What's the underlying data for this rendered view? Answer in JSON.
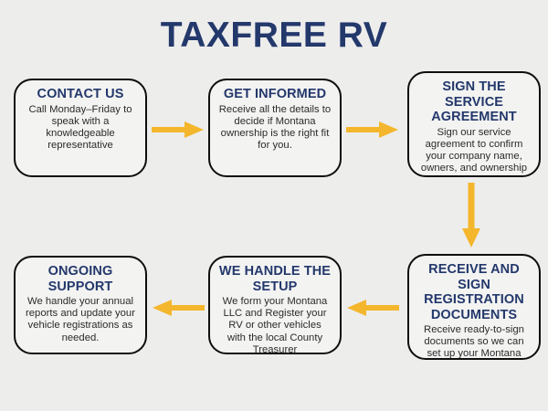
{
  "title": "TAXFREE RV",
  "colors": {
    "background": "#ededec",
    "navy": "#23386b",
    "arrow_gold": "#f4b62c",
    "box_border": "#0e0e0e",
    "box_fill": "#f3f3f2",
    "body_text": "#2b2b2b"
  },
  "steps": [
    {
      "id": "contact-us",
      "heading": "CONTACT US",
      "body": "Call Monday–Friday to speak with a knowledgeable representative"
    },
    {
      "id": "get-informed",
      "heading": "GET INFORMED",
      "body": "Receive all the details to decide if Montana ownership is the right fit for you."
    },
    {
      "id": "sign-the-service-agreement",
      "heading": "SIGN THE SERVICE AGREEMENT",
      "body": "Sign our service agreement to confirm your company name, owners, and ownership percentages"
    },
    {
      "id": "receive-and-sign-registration-documents",
      "heading": "RECEIVE AND SIGN REGISTRATION DOCUMENTS",
      "body": "Receive ready-to-sign documents so we can set up your Montana LLC and register your vehicle(s)"
    },
    {
      "id": "we-handle-the-setup",
      "heading": "WE HANDLE THE SETUP",
      "body": "We form your Montana LLC and Register your RV or other vehicles with the local County Treasurer"
    },
    {
      "id": "ongoing-support",
      "heading": "ONGOING SUPPORT",
      "body": "We handle your annual reports and update your vehicle registrations as needed."
    }
  ],
  "arrows": [
    {
      "id": "contact-us-to-get-informed",
      "direction": "right"
    },
    {
      "id": "get-informed-to-sign-agreement",
      "direction": "right"
    },
    {
      "id": "sign-agreement-to-receive-docs",
      "direction": "down"
    },
    {
      "id": "receive-docs-to-we-handle-setup",
      "direction": "left"
    },
    {
      "id": "we-handle-setup-to-ongoing-support",
      "direction": "left"
    }
  ]
}
